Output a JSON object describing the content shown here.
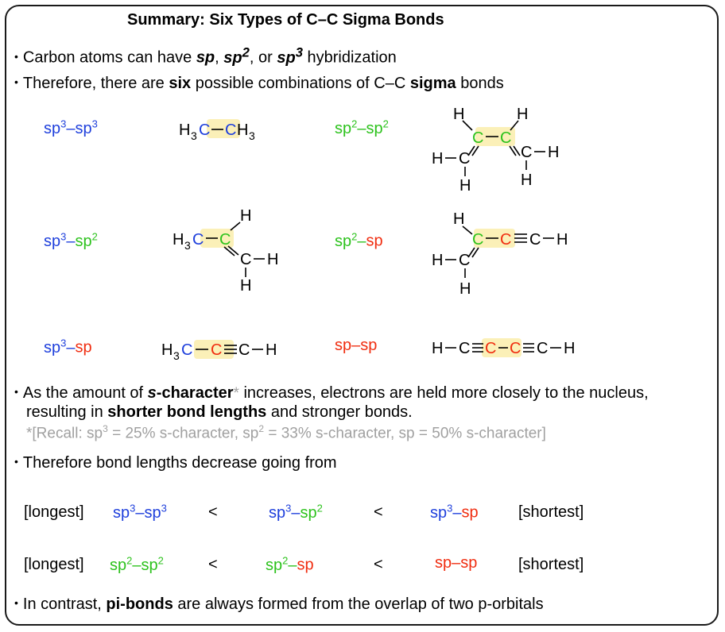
{
  "title": "Summary: Six Types of C–C Sigma Bonds",
  "colors": {
    "sp3": "#1e3fdc",
    "sp2": "#2cc21c",
    "sp": "#f02d10",
    "highlight": "#fbf0b8",
    "note": "#a0a0a0"
  },
  "bullet1": {
    "prefix": "Carbon atoms can have ",
    "sp": "sp",
    "comma1": ", ",
    "sp2_base": "sp",
    "sp2_exp": "2",
    "or": ", or ",
    "sp3_base": "sp",
    "sp3_exp": "3",
    "suffix": " hybridization"
  },
  "bullet2": {
    "prefix": "Therefore, there are ",
    "bold1": "six",
    "middle": " possible combinations of C–C ",
    "bold2": "sigma",
    "suffix": " bonds"
  },
  "bond_types": [
    {
      "left": "sp",
      "left_exp": "3",
      "dash": "–",
      "right": "sp",
      "right_exp": "3"
    },
    {
      "left": "sp",
      "left_exp": "2",
      "dash": "–",
      "right": "sp",
      "right_exp": "2"
    },
    {
      "left": "sp",
      "left_exp": "3",
      "dash": "–",
      "right": "sp",
      "right_exp": "2"
    },
    {
      "left": "sp",
      "left_exp": "2",
      "dash": "–",
      "right": "sp",
      "right_exp": ""
    },
    {
      "left": "sp",
      "left_exp": "3",
      "dash": "–",
      "right": "sp",
      "right_exp": ""
    },
    {
      "left": "sp",
      "left_exp": "",
      "dash": "–",
      "right": "sp",
      "right_exp": ""
    }
  ],
  "atoms": {
    "H": "H",
    "C": "C",
    "H3": "H",
    "sub3": "3"
  },
  "bullet3": {
    "prefix": "As the amount of ",
    "s": "s",
    "char": "-character",
    "star": "*",
    "suffix": " increases, electrons are held more closely to the nucleus,",
    "line2_prefix": "resulting in ",
    "line2_bold": "shorter bond lengths",
    "line2_suffix": " and stronger bonds."
  },
  "recall": {
    "a": "*[Recall: sp",
    "a_exp": "3",
    "b": " = 25% s-character, sp",
    "b_exp": "2",
    "c": " = 33% s-character, sp = 50% s-character]"
  },
  "bullet4": "Therefore bond lengths decrease going from",
  "order_rows": {
    "longest": "[longest]",
    "shortest": "[shortest]",
    "lt": "<"
  },
  "bullet5": {
    "prefix": "In contrast, ",
    "bold": "pi-bonds",
    "suffix": " are always formed from the overlap of two p-orbitals"
  },
  "bullet_symbol": "•"
}
